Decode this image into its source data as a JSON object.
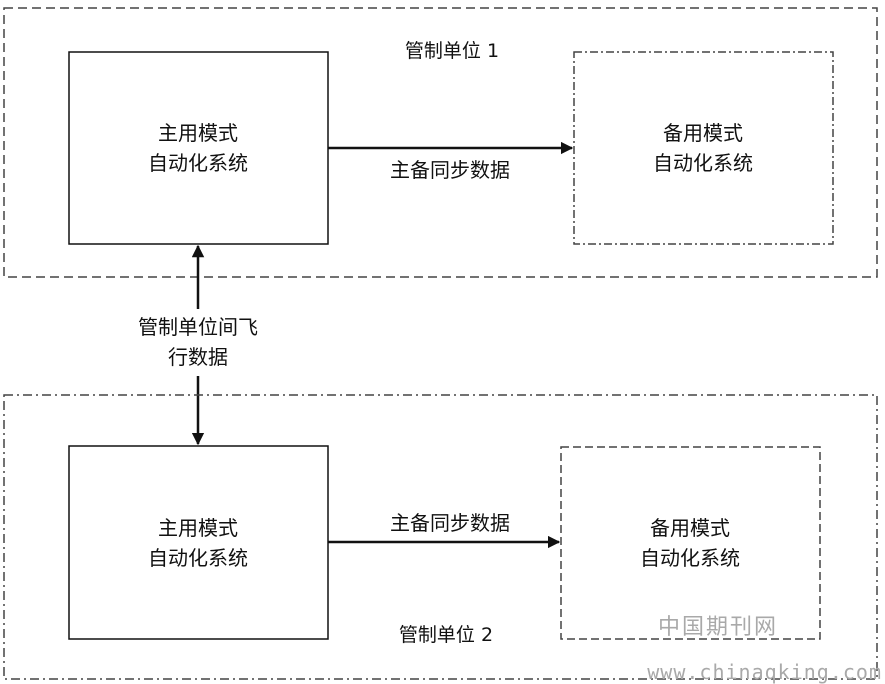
{
  "units": [
    {
      "label": "管制单位 1",
      "primary": {
        "line1": "主用模式",
        "line2": "自动化系统"
      },
      "backup": {
        "line1": "备用模式",
        "line2": "自动化系统"
      },
      "sync_label": "主备同步数据"
    },
    {
      "label": "管制单位 2",
      "primary": {
        "line1": "主用模式",
        "line2": "自动化系统"
      },
      "backup": {
        "line1": "备用模式",
        "line2": "自动化系统"
      },
      "sync_label": "主备同步数据"
    }
  ],
  "inter_unit": {
    "line1": "管制单位间飞",
    "line2": "行数据"
  },
  "watermark": {
    "cn": "中国期刊网",
    "url": "www.chinaqking.com"
  },
  "colors": {
    "line": "#111111",
    "watermark": "#a9a9a9"
  }
}
